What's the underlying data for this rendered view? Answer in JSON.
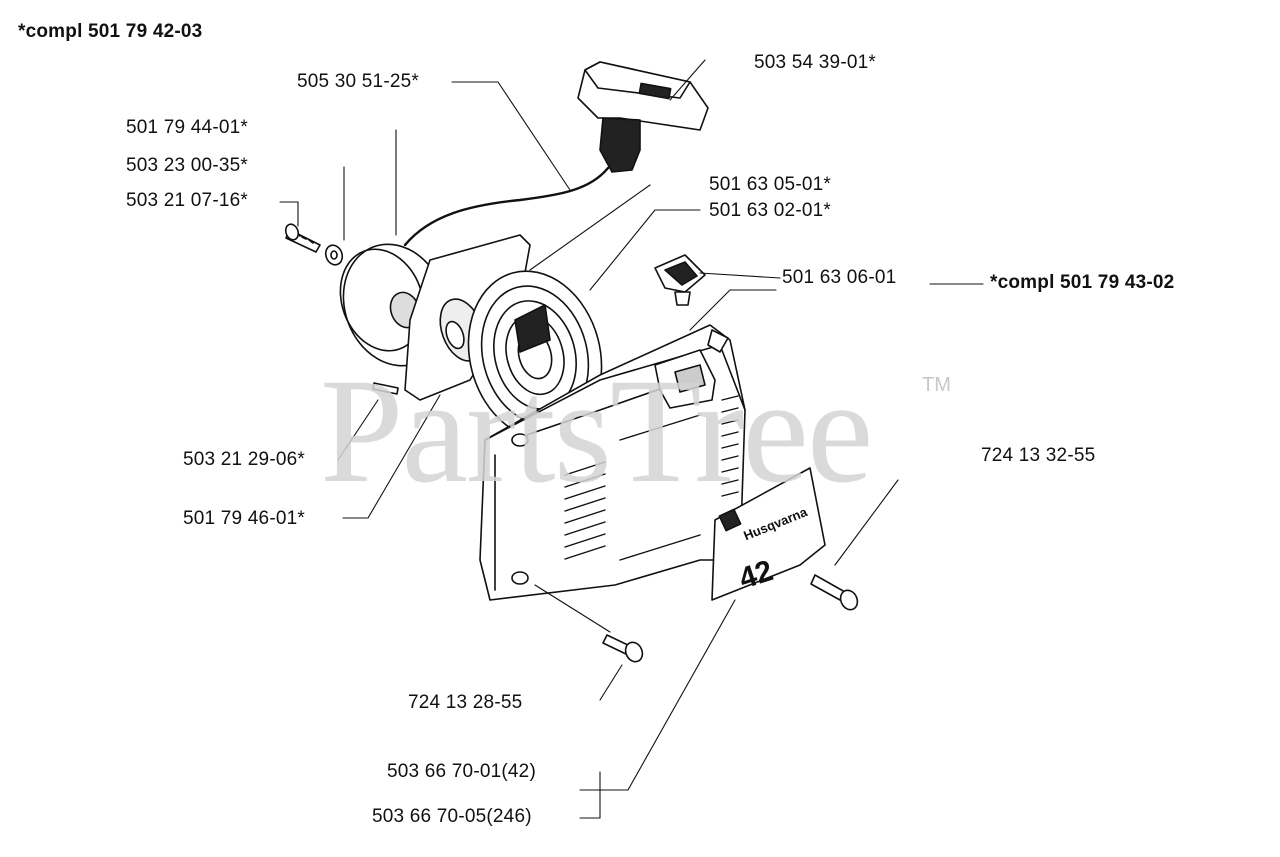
{
  "watermark": {
    "text": "PartsTree",
    "trademark": "TM"
  },
  "assembly_labels": [
    {
      "id": "compl-42",
      "text": "*compl 501 79 42-03"
    },
    {
      "id": "compl-43",
      "text": "*compl 501 79 43-02"
    }
  ],
  "part_labels": [
    {
      "id": "p1",
      "text": "505 30 51-25*"
    },
    {
      "id": "p2",
      "text": "503 54 39-01*"
    },
    {
      "id": "p3",
      "text": "501 79 44-01*"
    },
    {
      "id": "p4",
      "text": "503 23 00-35*"
    },
    {
      "id": "p5",
      "text": "503 21 07-16*"
    },
    {
      "id": "p6",
      "text": "501 63 05-01*"
    },
    {
      "id": "p7",
      "text": "501 63 02-01*"
    },
    {
      "id": "p8",
      "text": "501 63 06-01"
    },
    {
      "id": "p9",
      "text": "724 13 32-55"
    },
    {
      "id": "p10",
      "text": "503 21 29-06*"
    },
    {
      "id": "p11",
      "text": "501 79 46-01*"
    },
    {
      "id": "p12",
      "text": "724 13 28-55"
    },
    {
      "id": "p13",
      "text": "503 66 70-01(42)"
    },
    {
      "id": "p14",
      "text": "503 66 70-05(246)"
    }
  ],
  "decal": {
    "brand": "Husqvarna",
    "model": "42"
  }
}
